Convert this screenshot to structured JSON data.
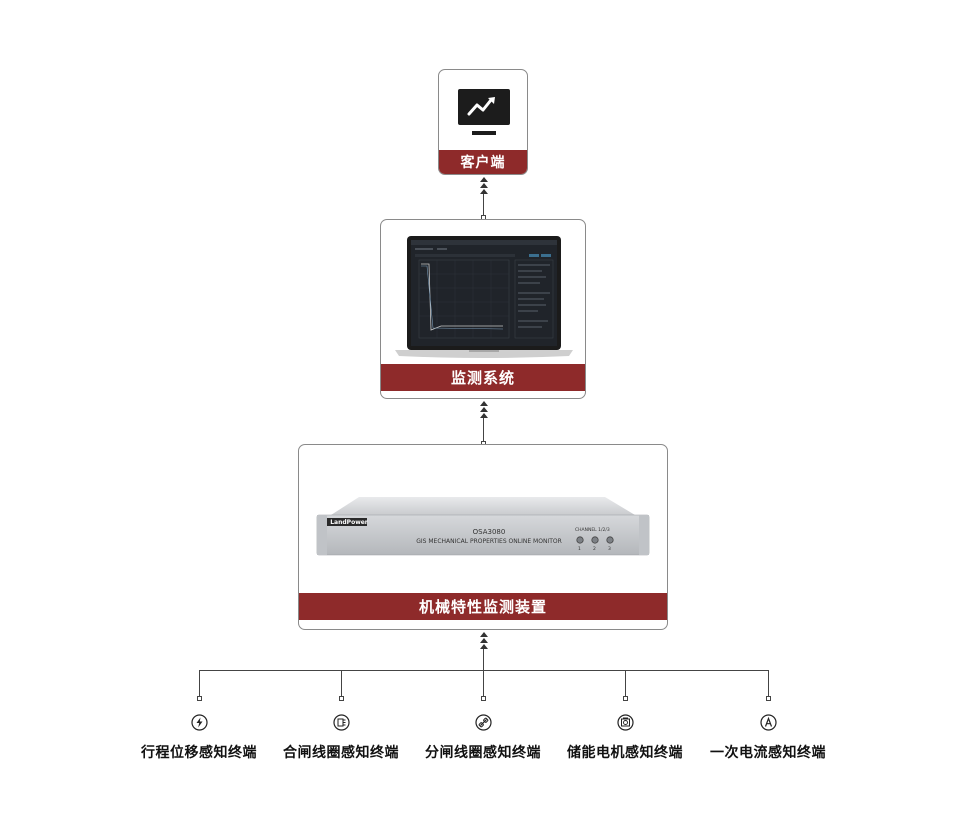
{
  "client": {
    "label": "客户端",
    "icon": "monitor-chart-icon"
  },
  "monitoring_system": {
    "label": "监测系统",
    "icon": "laptop-icon"
  },
  "device": {
    "label": "机械特性监测装置",
    "brand": "LandPower",
    "model": "OSA3080",
    "subtitle": "GIS  MECHANICAL PROPERTIES ONLINE MONITOR",
    "channel_label": "CHANNEL",
    "channel_range": "1/2/3",
    "ports": [
      "1",
      "2",
      "3"
    ]
  },
  "sensors": [
    {
      "label": "行程位移感知终端",
      "icon": "lightning-icon"
    },
    {
      "label": "合闸线圈感知终端",
      "icon": "coil-icon"
    },
    {
      "label": "分闸线圈感知终端",
      "icon": "link-icon"
    },
    {
      "label": "储能电机感知终端",
      "icon": "motor-icon"
    },
    {
      "label": "一次电流感知终端",
      "icon": "ampere-icon"
    }
  ],
  "colors": {
    "accent": "#8e2a2a",
    "line": "#444444",
    "border": "#8a8a8a"
  }
}
